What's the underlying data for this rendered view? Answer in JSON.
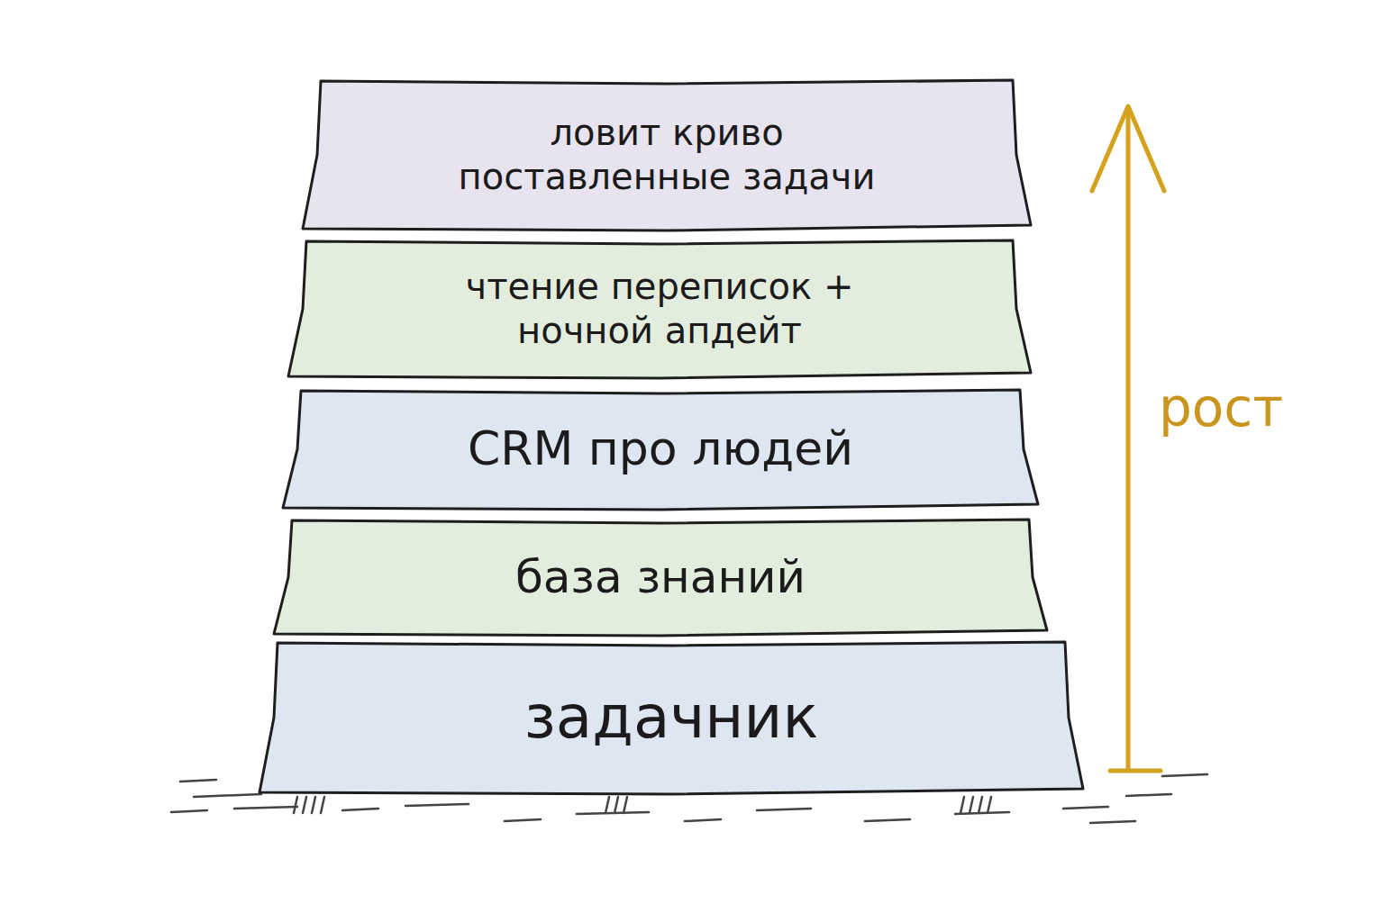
{
  "diagram": {
    "nodes": [
      {
        "text": [
          "ловит криво поставленные задачи"
        ]
      },
      {
        "text": [
          "чтение переписок + ночной апдейт"
        ]
      },
      {
        "text": [
          "CRM про людей"
        ]
      },
      {
        "text": [
          "база знаний"
        ]
      },
      {
        "text": [
          "задачник"
        ]
      }
    ],
    "labels": [
      "рост"
    ]
  }
}
